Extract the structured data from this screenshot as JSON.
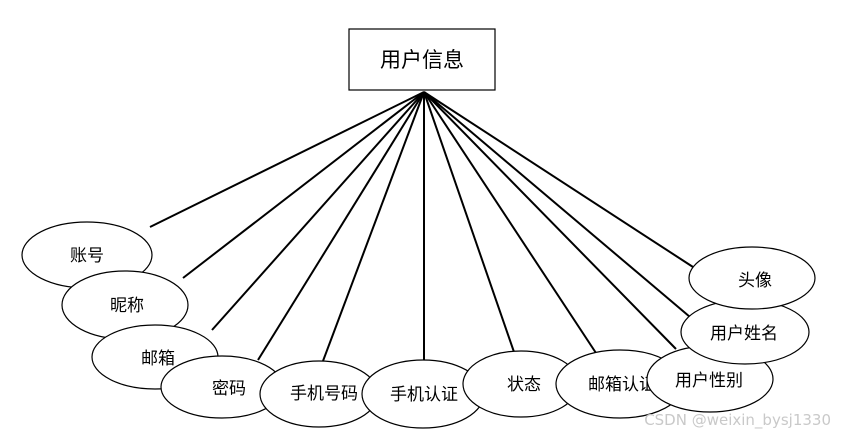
{
  "entity": {
    "label": "用户信息"
  },
  "attributes": [
    {
      "id": "account",
      "label": "账号"
    },
    {
      "id": "nickname",
      "label": "昵称"
    },
    {
      "id": "email",
      "label": "邮箱"
    },
    {
      "id": "password",
      "label": "密码"
    },
    {
      "id": "phone-number",
      "label": "手机号码"
    },
    {
      "id": "phone-verify",
      "label": "手机认证"
    },
    {
      "id": "status",
      "label": "状态"
    },
    {
      "id": "email-verify",
      "label": "邮箱认证"
    },
    {
      "id": "gender",
      "label": "用户性别"
    },
    {
      "id": "real-name",
      "label": "用户姓名"
    },
    {
      "id": "avatar",
      "label": "头像"
    }
  ],
  "watermark": "CSDN @weixin_bysj1330"
}
